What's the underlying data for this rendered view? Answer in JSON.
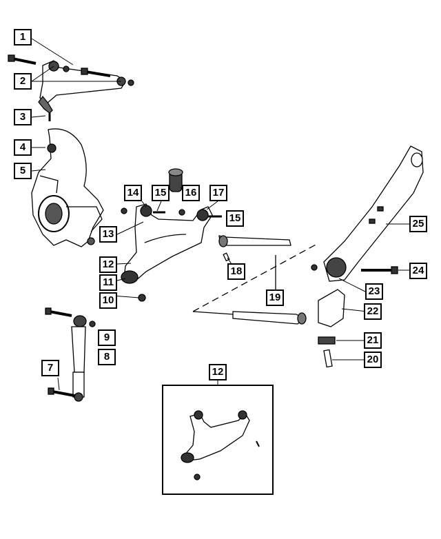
{
  "callouts": [
    {
      "id": "c1",
      "label": "1"
    },
    {
      "id": "c2",
      "label": "2"
    },
    {
      "id": "c3",
      "label": "3"
    },
    {
      "id": "c4",
      "label": "4"
    },
    {
      "id": "c5",
      "label": "5"
    },
    {
      "id": "c7",
      "label": "7"
    },
    {
      "id": "c8",
      "label": "8"
    },
    {
      "id": "c9",
      "label": "9"
    },
    {
      "id": "c10",
      "label": "10"
    },
    {
      "id": "c11",
      "label": "11"
    },
    {
      "id": "c12",
      "label": "12"
    },
    {
      "id": "c12b",
      "label": "12"
    },
    {
      "id": "c13",
      "label": "13"
    },
    {
      "id": "c14",
      "label": "14"
    },
    {
      "id": "c15",
      "label": "15"
    },
    {
      "id": "c15b",
      "label": "15"
    },
    {
      "id": "c16",
      "label": "16"
    },
    {
      "id": "c17",
      "label": "17"
    },
    {
      "id": "c18",
      "label": "18"
    },
    {
      "id": "c19",
      "label": "19"
    },
    {
      "id": "c20",
      "label": "20"
    },
    {
      "id": "c21",
      "label": "21"
    },
    {
      "id": "c22",
      "label": "22"
    },
    {
      "id": "c23",
      "label": "23"
    },
    {
      "id": "c24",
      "label": "24"
    },
    {
      "id": "c25",
      "label": "25"
    }
  ]
}
